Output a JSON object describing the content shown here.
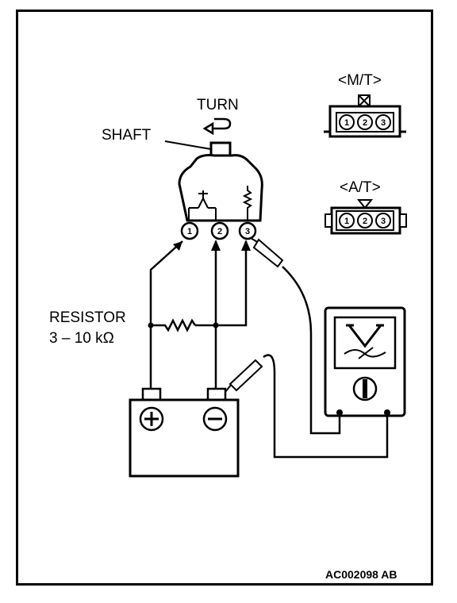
{
  "labels": {
    "turn": "TURN",
    "shaft": "SHAFT",
    "mt": "<M/T>",
    "at": "<A/T>",
    "resistor_line1": "RESISTOR",
    "resistor_line2": "3 – 10 kΩ",
    "figure_code": "AC002098 AB"
  },
  "terminals": [
    "1",
    "2",
    "3"
  ],
  "battery": {
    "positive_symbol": "+",
    "negative_symbol": "−"
  },
  "voltmeter": {
    "symbol": "V"
  },
  "colors": {
    "ink": "#000000",
    "background": "#ffffff"
  }
}
